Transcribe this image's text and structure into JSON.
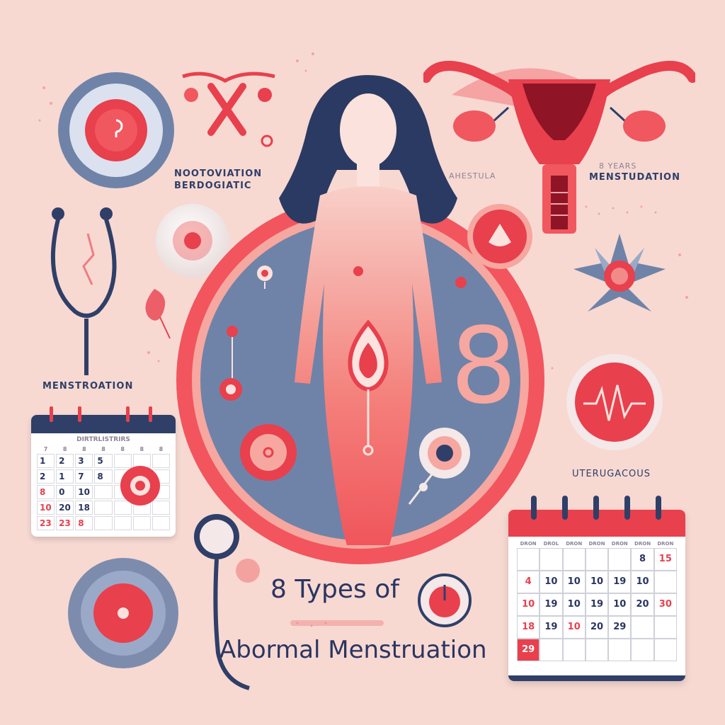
{
  "labels": {
    "top_left_line1": "NOOTOVIATION",
    "top_left_line2": "BERDOGIATIC",
    "center_top": "AHESTULA",
    "top_right_line1": "8 YEARS",
    "top_right_line2": "MENSTUDATION",
    "left_mid": "MENSTROATION",
    "right_mid": "UTERUGACOUS"
  },
  "title": {
    "line1": "8 Types of",
    "line2": "Abormal Menstruation"
  },
  "big_number": "8",
  "calendar_small": {
    "header": "DIRTRLISTRIRS",
    "days": [
      "7",
      "8",
      "8",
      "8",
      "8",
      "8",
      "8"
    ],
    "rows": [
      [
        "1",
        "2",
        "3",
        "5",
        "",
        "",
        ""
      ],
      [
        "2",
        "1",
        "7",
        "8",
        "",
        "",
        ""
      ],
      [
        "8",
        "0",
        "10",
        "",
        "",
        "",
        ""
      ],
      [
        "10",
        "20",
        "18",
        "",
        "",
        "",
        ""
      ],
      [
        "23",
        "23",
        "8",
        "",
        "",
        "",
        ""
      ]
    ]
  },
  "calendar_large": {
    "days": [
      "DRON",
      "DROL",
      "DRON",
      "DRON",
      "DRON",
      "DRON",
      "DRON"
    ],
    "rows": [
      [
        "",
        "",
        "",
        "",
        "",
        "8",
        "15"
      ],
      [
        "4",
        "10",
        "10",
        "10",
        "19",
        "10",
        ""
      ],
      [
        "10",
        "19",
        "10",
        "19",
        "10",
        "20",
        "30"
      ],
      [
        "18",
        "19",
        "10",
        "20",
        "29",
        "",
        ""
      ],
      [
        "29",
        "",
        "",
        "",
        "",
        "",
        ""
      ]
    ]
  },
  "colors": {
    "background": "#f7d9d2",
    "accent": "#e8404d",
    "navy": "#2f3f68",
    "slate": "#6f83a8",
    "pink": "#f6a3a3"
  }
}
